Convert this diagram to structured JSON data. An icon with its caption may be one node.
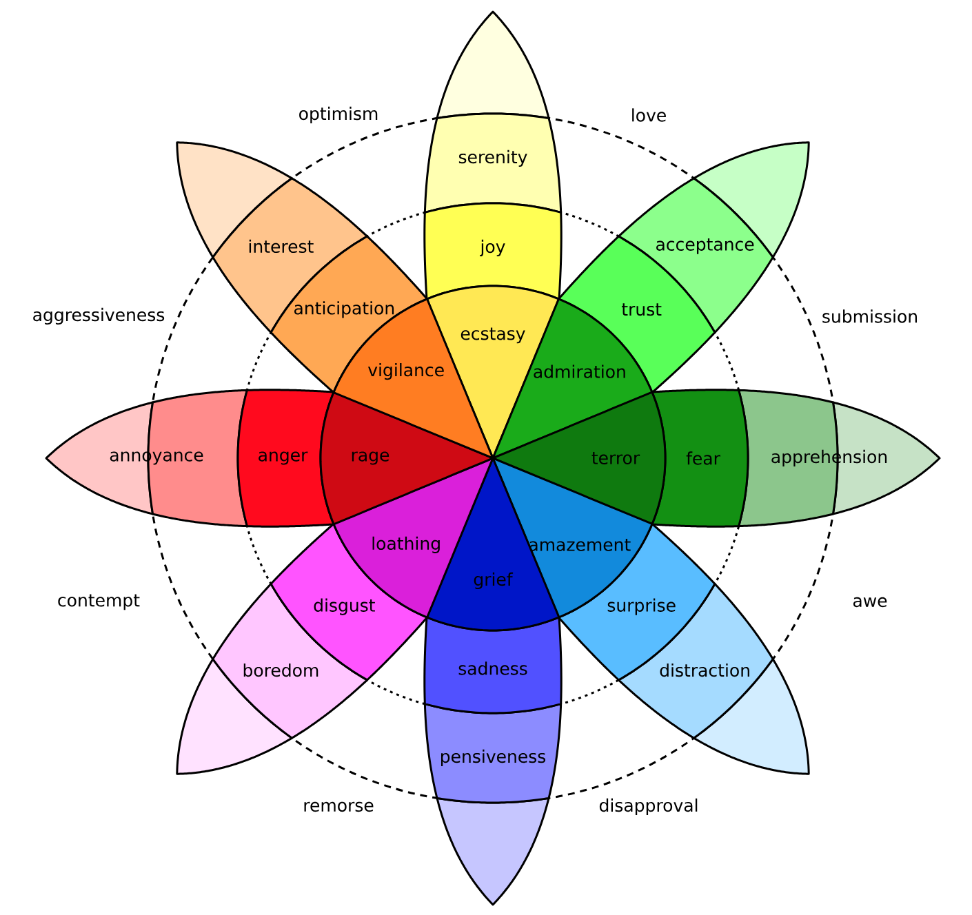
{
  "diagram": {
    "nodes": [
      {
        "text": [
          "ecstasy"
        ]
      },
      {
        "text": [
          "joy"
        ]
      },
      {
        "text": [
          "serenity"
        ]
      },
      {
        "text": [],
        "shape": "petal"
      },
      {
        "text": [
          "admiration"
        ]
      },
      {
        "text": [
          "trust"
        ]
      },
      {
        "text": [
          "acceptance"
        ]
      },
      {
        "text": [],
        "shape": "petal"
      },
      {
        "text": [
          "terror"
        ]
      },
      {
        "text": [
          "fear"
        ]
      },
      {
        "text": [
          "apprehension"
        ]
      },
      {
        "text": [],
        "shape": "petal"
      },
      {
        "text": [
          "amazement"
        ]
      },
      {
        "text": [
          "surprise"
        ]
      },
      {
        "text": [
          "distraction"
        ]
      },
      {
        "text": [],
        "shape": "petal"
      },
      {
        "text": [
          "grief"
        ]
      },
      {
        "text": [
          "sadness"
        ]
      },
      {
        "text": [
          "pensiveness"
        ]
      },
      {
        "text": [],
        "shape": "petal"
      },
      {
        "text": [
          "loathing"
        ]
      },
      {
        "text": [
          "disgust"
        ]
      },
      {
        "text": [
          "boredom"
        ]
      },
      {
        "text": [],
        "shape": "petal"
      },
      {
        "text": [
          "rage"
        ]
      },
      {
        "text": [
          "anger"
        ]
      },
      {
        "text": [
          "annoyance"
        ]
      },
      {
        "text": [],
        "shape": "petal"
      },
      {
        "text": [
          "vigilance"
        ]
      },
      {
        "text": [
          "anticipation"
        ]
      },
      {
        "text": [
          "interest"
        ]
      },
      {
        "text": [],
        "shape": "petal"
      }
    ],
    "labels": [
      "optimism",
      "love",
      "aggressiveness",
      "submission",
      "contempt",
      "awe",
      "remorse",
      "disapproval"
    ]
  }
}
